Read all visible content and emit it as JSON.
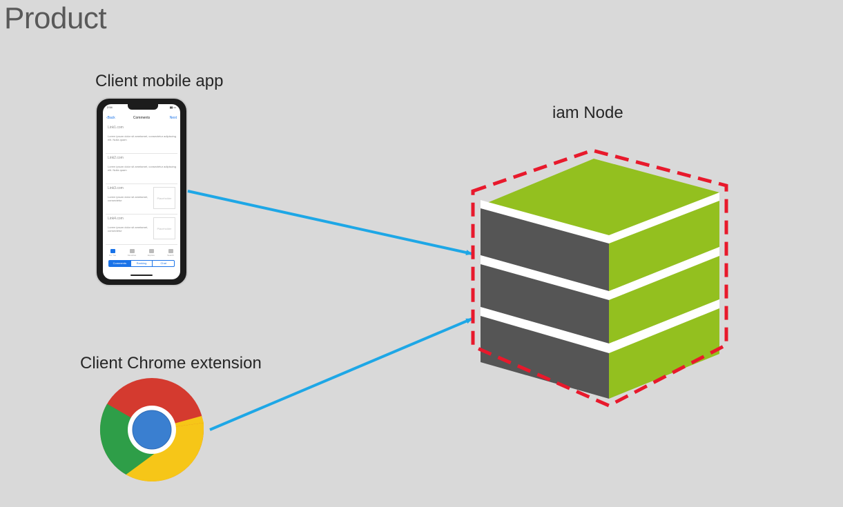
{
  "page": {
    "title": "Product"
  },
  "nodes": {
    "mobile": {
      "label": "Client mobile app"
    },
    "chrome": {
      "label": "Client Chrome extension"
    },
    "server": {
      "label": "iam Node"
    }
  },
  "phone_screen": {
    "time": "2:54",
    "back": "Back",
    "title": "Comments",
    "next": "Next",
    "items": [
      {
        "link": "Link1.com",
        "text": "Lorem ipsum dolor sit ametamet, consectetur adipiscing elit. Nulla quam"
      },
      {
        "link": "Link2.com",
        "text": "Lorem ipsum dolor sit ametamet, consectetur adipiscing elit. Nulla quam"
      },
      {
        "link": "Link3.com",
        "text": "Lorem ipsum dolor sit ametamet, consectetur",
        "thumb": "Placeholder"
      },
      {
        "link": "Link4.com",
        "text": "Lorem ipsum dolor sit ametamet, consectetur",
        "thumb": "Placeholder"
      }
    ],
    "tabs": [
      "For You",
      "Favorites",
      "Explore",
      "Search"
    ],
    "segments": [
      "Comments",
      "Ranking",
      "Chat"
    ]
  },
  "colors": {
    "background": "#d9d9d9",
    "arrow": "#1ea7e6",
    "dashed_border": "#e8192c",
    "cube_green": "#93c01f",
    "cube_dark": "#555555",
    "separator": "#ffffff"
  },
  "icons": {
    "chrome": "chrome-logo-icon",
    "server": "server-stack-icon"
  }
}
